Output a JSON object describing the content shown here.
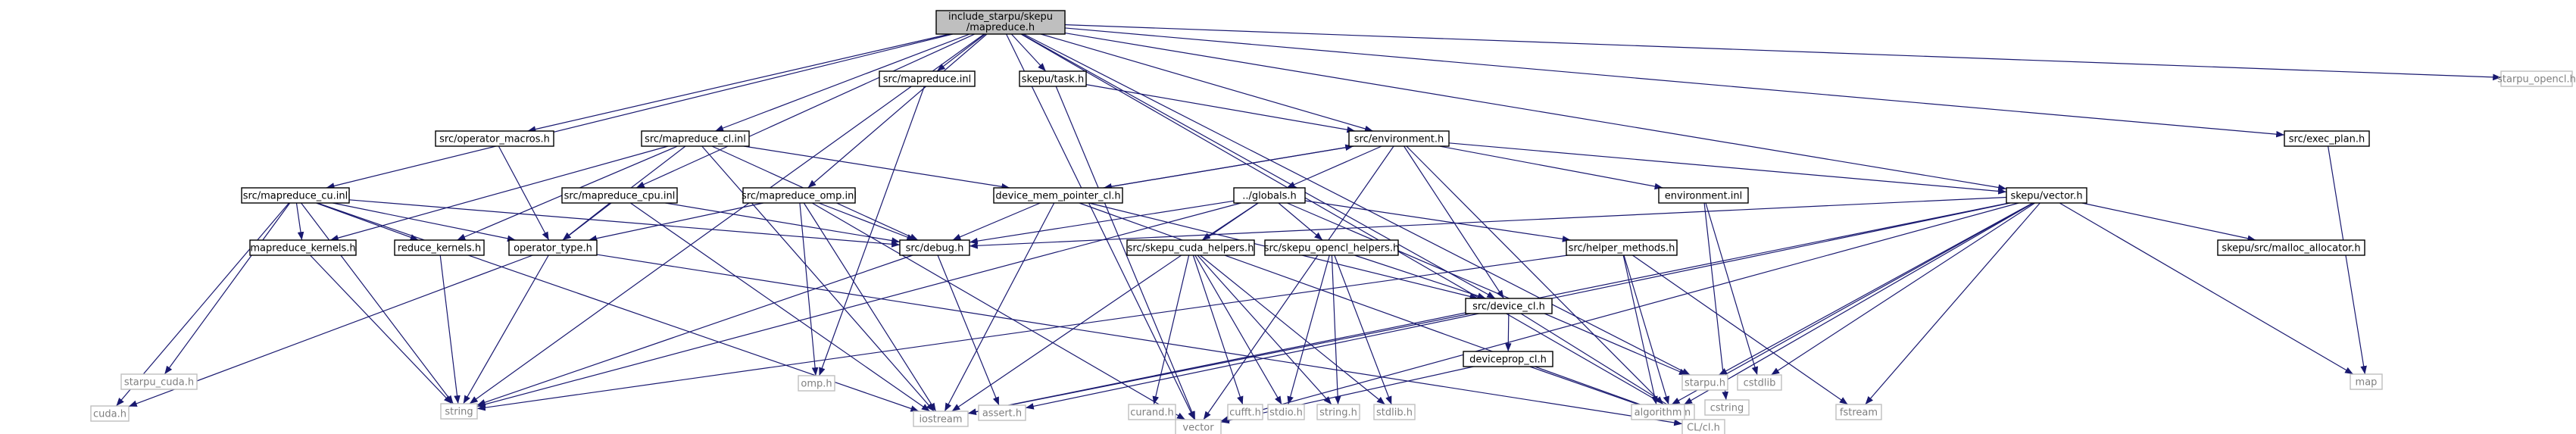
{
  "graph": {
    "nodes": [
      {
        "id": "root",
        "lines": [
          "include_starpu/skepu",
          "/mapreduce.h"
        ],
        "kind": "root"
      },
      {
        "id": "string",
        "lines": [
          "string"
        ],
        "kind": "sys"
      },
      {
        "id": "vector",
        "lines": [
          "vector"
        ],
        "kind": "sys"
      },
      {
        "id": "cuda",
        "lines": [
          "cuda.h"
        ],
        "kind": "sys"
      },
      {
        "id": "starpu_cuda",
        "lines": [
          "starpu_cuda.h"
        ],
        "kind": "sys"
      },
      {
        "id": "map",
        "lines": [
          "map"
        ],
        "kind": "sys"
      },
      {
        "id": "iostream",
        "lines": [
          "iostream"
        ],
        "kind": "sys"
      },
      {
        "id": "sstream",
        "lines": [
          "sstream"
        ],
        "kind": "sys"
      },
      {
        "id": "algorithm",
        "lines": [
          "algorithm"
        ],
        "kind": "sys"
      },
      {
        "id": "fstream",
        "lines": [
          "fstream"
        ],
        "kind": "sys"
      },
      {
        "id": "starpu",
        "lines": [
          "starpu.h"
        ],
        "kind": "sys"
      },
      {
        "id": "cstdlib",
        "lines": [
          "cstdlib"
        ],
        "kind": "sys"
      },
      {
        "id": "cstring",
        "lines": [
          "cstring"
        ],
        "kind": "sys"
      },
      {
        "id": "omp",
        "lines": [
          "omp.h"
        ],
        "kind": "sys"
      },
      {
        "id": "assert",
        "lines": [
          "assert.h"
        ],
        "kind": "sys"
      },
      {
        "id": "curand",
        "lines": [
          "curand.h"
        ],
        "kind": "sys"
      },
      {
        "id": "cufft",
        "lines": [
          "cufft.h"
        ],
        "kind": "sys"
      },
      {
        "id": "stdio",
        "lines": [
          "stdio.h"
        ],
        "kind": "sys"
      },
      {
        "id": "stringh",
        "lines": [
          "string.h"
        ],
        "kind": "sys"
      },
      {
        "id": "stdlib",
        "lines": [
          "stdlib.h"
        ],
        "kind": "sys"
      },
      {
        "id": "clh",
        "lines": [
          "CL/cl.h"
        ],
        "kind": "sys"
      },
      {
        "id": "starpu_opencl",
        "lines": [
          "starpu_opencl.h"
        ],
        "kind": "sys"
      },
      {
        "id": "mr_cu",
        "lines": [
          "src/mapreduce_cu.inl"
        ],
        "kind": "file"
      },
      {
        "id": "op_macros",
        "lines": [
          "src/operator_macros.h"
        ],
        "kind": "file"
      },
      {
        "id": "mr_cl",
        "lines": [
          "src/mapreduce_cl.inl"
        ],
        "kind": "file"
      },
      {
        "id": "mr_cpu",
        "lines": [
          "src/mapreduce_cpu.inl"
        ],
        "kind": "file"
      },
      {
        "id": "mr_omp",
        "lines": [
          "src/mapreduce_omp.inl"
        ],
        "kind": "file"
      },
      {
        "id": "mr_inl",
        "lines": [
          "src/mapreduce.inl"
        ],
        "kind": "file"
      },
      {
        "id": "task",
        "lines": [
          "skepu/task.h"
        ],
        "kind": "file"
      },
      {
        "id": "env",
        "lines": [
          "src/environment.h"
        ],
        "kind": "file"
      },
      {
        "id": "exec_plan",
        "lines": [
          "src/exec_plan.h"
        ],
        "kind": "file"
      },
      {
        "id": "skvec",
        "lines": [
          "skepu/vector.h"
        ],
        "kind": "file"
      },
      {
        "id": "mr_kernels",
        "lines": [
          "mapreduce_kernels.h"
        ],
        "kind": "file"
      },
      {
        "id": "red_kernels",
        "lines": [
          "reduce_kernels.h"
        ],
        "kind": "file"
      },
      {
        "id": "op_type",
        "lines": [
          "operator_type.h"
        ],
        "kind": "file"
      },
      {
        "id": "debug",
        "lines": [
          "src/debug.h"
        ],
        "kind": "file"
      },
      {
        "id": "dmp",
        "lines": [
          "device_mem_pointer_cl.h"
        ],
        "kind": "file"
      },
      {
        "id": "globals",
        "lines": [
          "../globals.h"
        ],
        "kind": "file"
      },
      {
        "id": "cuda_helpers",
        "lines": [
          "src/skepu_cuda_helpers.h"
        ],
        "kind": "file"
      },
      {
        "id": "opencl_helpers",
        "lines": [
          "src/skepu_opencl_helpers.h"
        ],
        "kind": "file"
      },
      {
        "id": "helper_methods",
        "lines": [
          "src/helper_methods.h"
        ],
        "kind": "file"
      },
      {
        "id": "device_cl",
        "lines": [
          "src/device_cl.h"
        ],
        "kind": "file"
      },
      {
        "id": "deviceprop",
        "lines": [
          "deviceprop_cl.h"
        ],
        "kind": "file"
      },
      {
        "id": "env_inl",
        "lines": [
          "environment.inl"
        ],
        "kind": "file"
      },
      {
        "id": "malloc_alloc",
        "lines": [
          "skepu/src/malloc_allocator.h"
        ],
        "kind": "file"
      }
    ],
    "edges": [
      [
        "root",
        "mr_cu"
      ],
      [
        "root",
        "op_macros"
      ],
      [
        "root",
        "mr_cl"
      ],
      [
        "root",
        "mr_cpu"
      ],
      [
        "root",
        "mr_omp"
      ],
      [
        "root",
        "mr_inl"
      ],
      [
        "root",
        "task"
      ],
      [
        "root",
        "env"
      ],
      [
        "root",
        "skvec"
      ],
      [
        "root",
        "exec_plan"
      ],
      [
        "root",
        "starpu_opencl"
      ],
      [
        "root",
        "string"
      ],
      [
        "root",
        "vector"
      ],
      [
        "root",
        "starpu"
      ],
      [
        "root",
        "clh"
      ],
      [
        "root",
        "device_cl"
      ],
      [
        "mr_cu",
        "starpu_cuda"
      ],
      [
        "mr_cu",
        "cuda"
      ],
      [
        "mr_cu",
        "mr_kernels"
      ],
      [
        "mr_cu",
        "red_kernels"
      ],
      [
        "mr_cu",
        "op_type"
      ],
      [
        "mr_cu",
        "debug"
      ],
      [
        "mr_cu",
        "iostream"
      ],
      [
        "mr_cu",
        "string"
      ],
      [
        "op_macros",
        "op_type"
      ],
      [
        "mr_cl",
        "mr_kernels"
      ],
      [
        "mr_cl",
        "red_kernels"
      ],
      [
        "mr_cl",
        "op_type"
      ],
      [
        "mr_cl",
        "dmp"
      ],
      [
        "mr_cl",
        "debug"
      ],
      [
        "mr_cl",
        "iostream"
      ],
      [
        "mr_cpu",
        "op_type"
      ],
      [
        "mr_cpu",
        "debug"
      ],
      [
        "mr_cpu",
        "iostream"
      ],
      [
        "mr_omp",
        "op_type"
      ],
      [
        "mr_omp",
        "omp"
      ],
      [
        "mr_omp",
        "debug"
      ],
      [
        "mr_omp",
        "iostream"
      ],
      [
        "mr_omp",
        "vector"
      ],
      [
        "mr_inl",
        "omp"
      ],
      [
        "task",
        "env"
      ],
      [
        "task",
        "vector"
      ],
      [
        "env",
        "dmp"
      ],
      [
        "env",
        "globals"
      ],
      [
        "env",
        "env_inl"
      ],
      [
        "env",
        "skvec"
      ],
      [
        "env",
        "device_cl"
      ],
      [
        "env",
        "sstream"
      ],
      [
        "env",
        "vector"
      ],
      [
        "exec_plan",
        "map"
      ],
      [
        "skvec",
        "debug"
      ],
      [
        "skvec",
        "map"
      ],
      [
        "skvec",
        "malloc_alloc"
      ],
      [
        "skvec",
        "starpu"
      ],
      [
        "skvec",
        "cstdlib"
      ],
      [
        "skvec",
        "iostream"
      ],
      [
        "skvec",
        "vector"
      ],
      [
        "skvec",
        "sstream"
      ],
      [
        "skvec",
        "fstream"
      ],
      [
        "skvec",
        "algorithm"
      ],
      [
        "skvec",
        "assert"
      ],
      [
        "mr_kernels",
        "string"
      ],
      [
        "red_kernels",
        "string"
      ],
      [
        "op_type",
        "string"
      ],
      [
        "op_type",
        "cuda"
      ],
      [
        "op_type",
        "clh"
      ],
      [
        "debug",
        "assert"
      ],
      [
        "debug",
        "string"
      ],
      [
        "dmp",
        "env"
      ],
      [
        "dmp",
        "debug"
      ],
      [
        "dmp",
        "iostream"
      ],
      [
        "dmp",
        "device_cl"
      ],
      [
        "dmp",
        "clh"
      ],
      [
        "globals",
        "debug"
      ],
      [
        "globals",
        "cuda_helpers"
      ],
      [
        "globals",
        "opencl_helpers"
      ],
      [
        "globals",
        "helper_methods"
      ],
      [
        "globals",
        "starpu"
      ],
      [
        "globals",
        "iostream"
      ],
      [
        "globals",
        "string"
      ],
      [
        "cuda_helpers",
        "curand"
      ],
      [
        "cuda_helpers",
        "cufft"
      ],
      [
        "cuda_helpers",
        "stdio"
      ],
      [
        "cuda_helpers",
        "stringh"
      ],
      [
        "cuda_helpers",
        "stdlib"
      ],
      [
        "opencl_helpers",
        "stdio"
      ],
      [
        "opencl_helpers",
        "stringh"
      ],
      [
        "opencl_helpers",
        "stdlib"
      ],
      [
        "opencl_helpers",
        "device_cl"
      ],
      [
        "helper_methods",
        "algorithm"
      ],
      [
        "helper_methods",
        "sstream"
      ],
      [
        "helper_methods",
        "fstream"
      ],
      [
        "helper_methods",
        "string"
      ],
      [
        "device_cl",
        "deviceprop"
      ],
      [
        "device_cl",
        "iostream"
      ],
      [
        "device_cl",
        "clh"
      ],
      [
        "deviceprop",
        "vector"
      ],
      [
        "deviceprop",
        "clh"
      ],
      [
        "env_inl",
        "cstring"
      ],
      [
        "env_inl",
        "cstdlib"
      ]
    ]
  }
}
